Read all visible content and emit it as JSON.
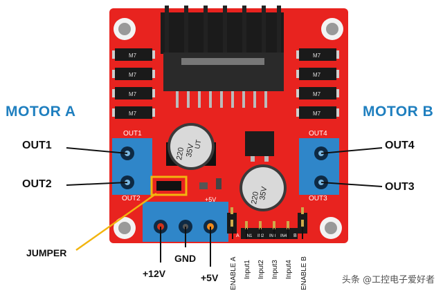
{
  "labels": {
    "motor_a": "MOTOR A",
    "motor_b": "MOTOR B",
    "out1": "OUT1",
    "out2": "OUT2",
    "out3": "OUT3",
    "out4": "OUT4",
    "jumper": "JUMPER",
    "v12": "+12V",
    "gnd": "GND",
    "v5": "+5V"
  },
  "pins": [
    "ENABLE A",
    "Input1",
    "Input2",
    "Input3",
    "Input4",
    "ENABLE B"
  ],
  "silkscreen": {
    "out1": "OUT1",
    "out2": "OUT2",
    "out3": "OUT3",
    "out4": "OUT4",
    "diode": "M7",
    "cap_value": "220",
    "cap_volt": "35V",
    "cap_brand": "UT",
    "v5": "+5V",
    "header_a": "A",
    "header_in1": "IN1",
    "header_in2": "IN2",
    "header_in3": "IN3",
    "header_in4": "IN4",
    "header_b": "B"
  },
  "watermark": "头条 @工控电子爱好者",
  "colors": {
    "board": "#e8231f",
    "terminal": "#2f86c9",
    "motor_label": "#1f7fbf",
    "jumper_box": "#f2b50f",
    "pin_12v": "#d0331a",
    "pin_5v": "#f08a1c"
  }
}
